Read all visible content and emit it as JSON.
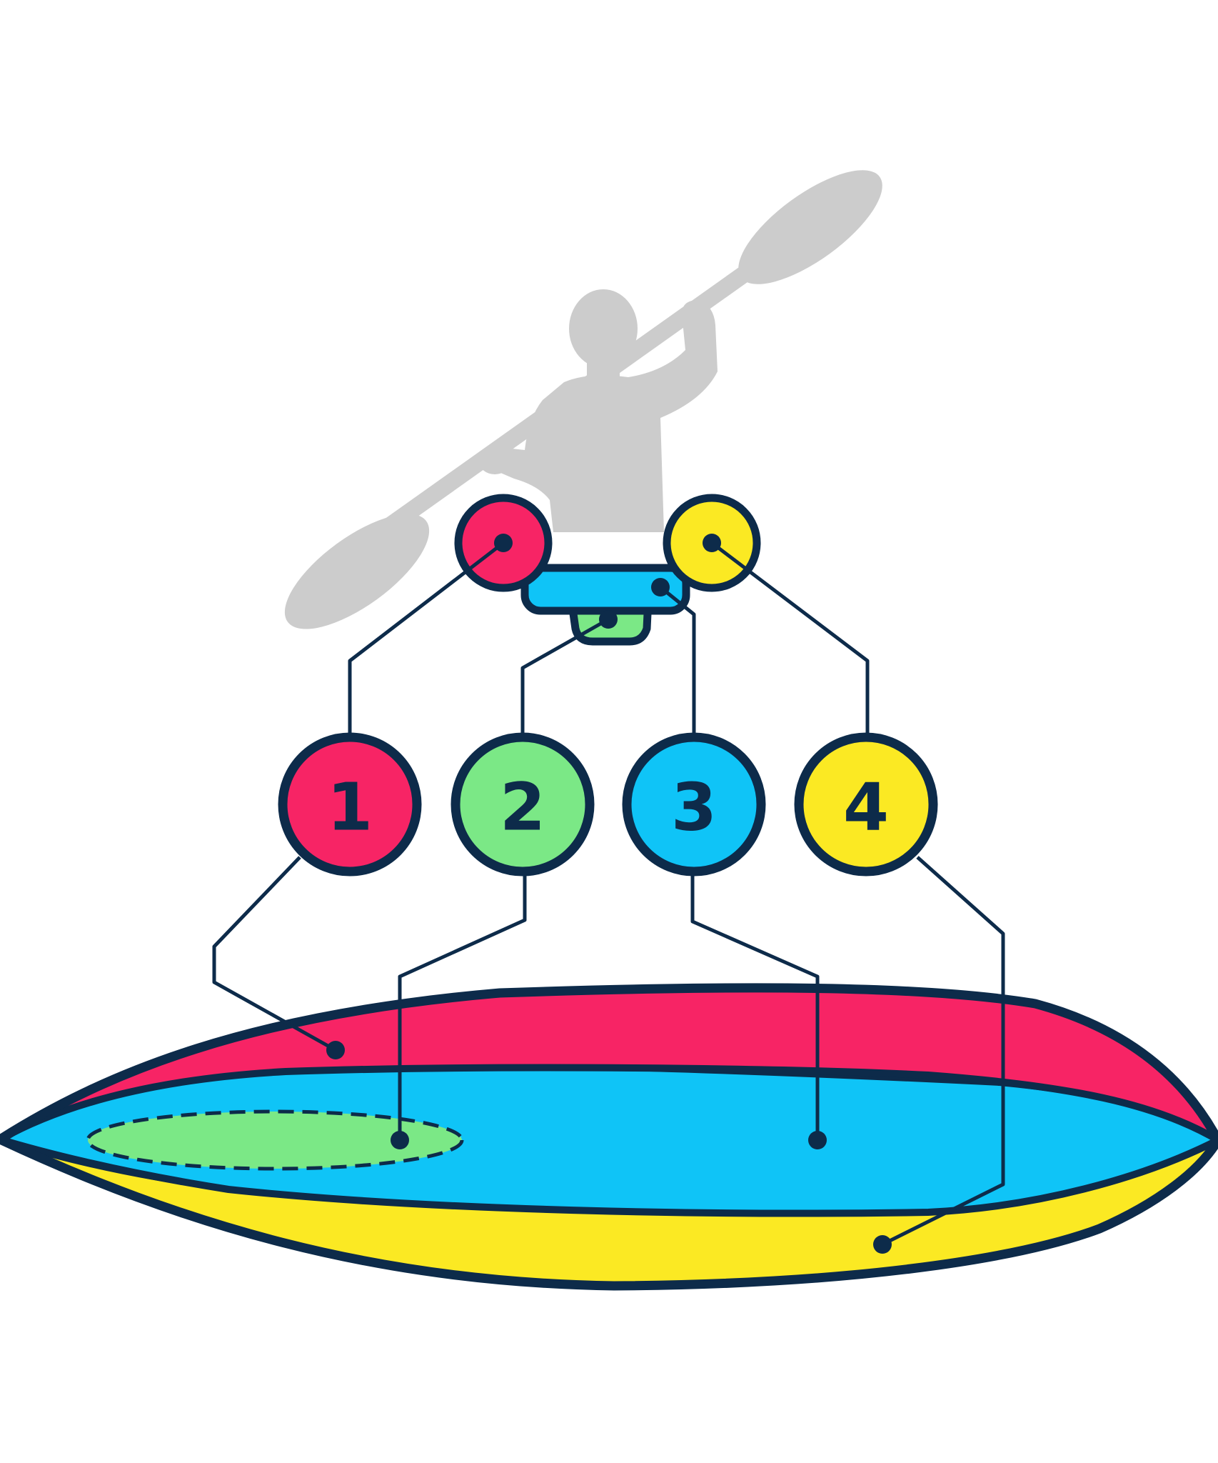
{
  "colors": {
    "outline": "#0d2b4a",
    "red": "#f72465",
    "green": "#7be886",
    "blue": "#0fc4f7",
    "yellow": "#fbe923",
    "figure": "#cccccc",
    "background": "#ffffff"
  },
  "markers": [
    {
      "label": "1",
      "color": "red"
    },
    {
      "label": "2",
      "color": "green"
    },
    {
      "label": "3",
      "color": "blue"
    },
    {
      "label": "4",
      "color": "yellow"
    }
  ],
  "icons": {
    "figure": "kayaker-silhouette-icon",
    "boat": "kayak-hull-icon"
  }
}
